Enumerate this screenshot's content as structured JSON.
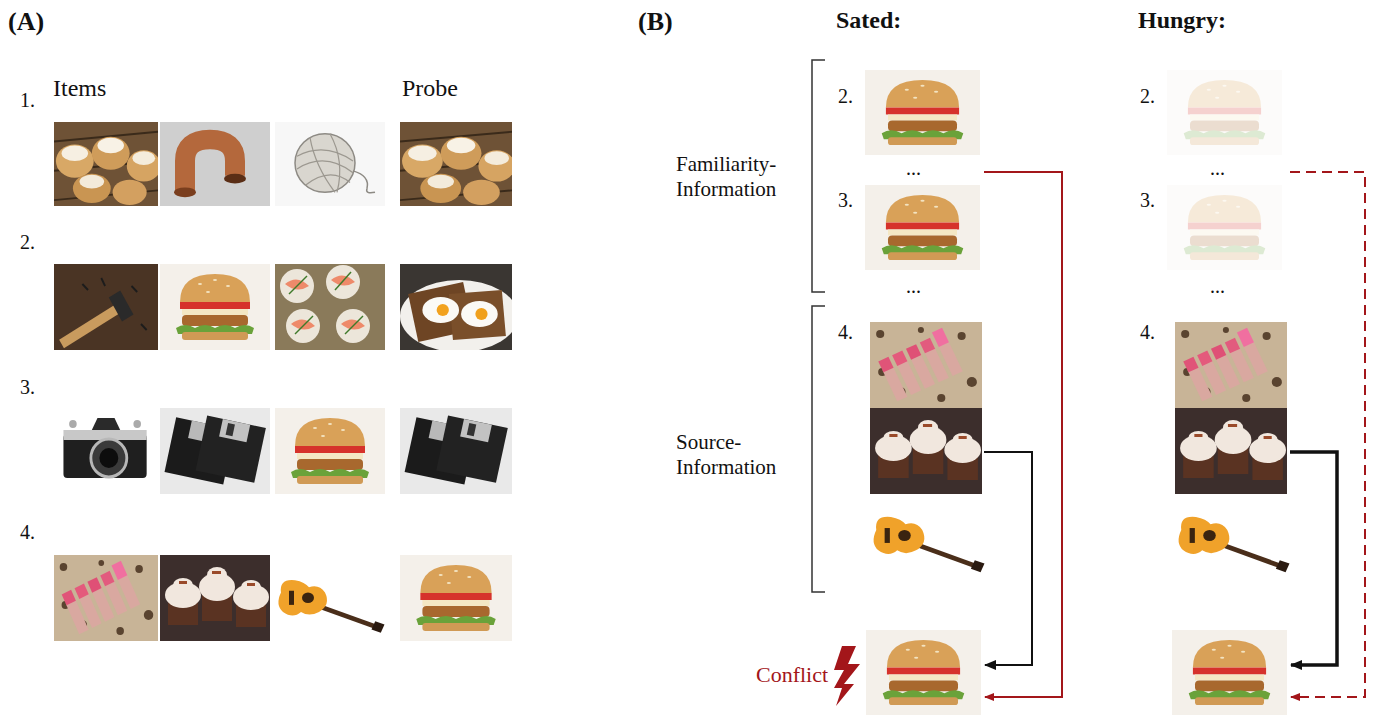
{
  "diagram": {
    "labels": [
      "(A)",
      "Items",
      "Probe",
      "1.",
      "2.",
      "3.",
      "4.",
      "(B)",
      "Sated:",
      "Hungry:",
      "2.",
      "2.",
      "Familiarity- Information",
      "...",
      "...",
      "3.",
      "3.",
      "...",
      "...",
      "4.",
      "4.",
      "Source- Information",
      "Conflict"
    ]
  }
}
